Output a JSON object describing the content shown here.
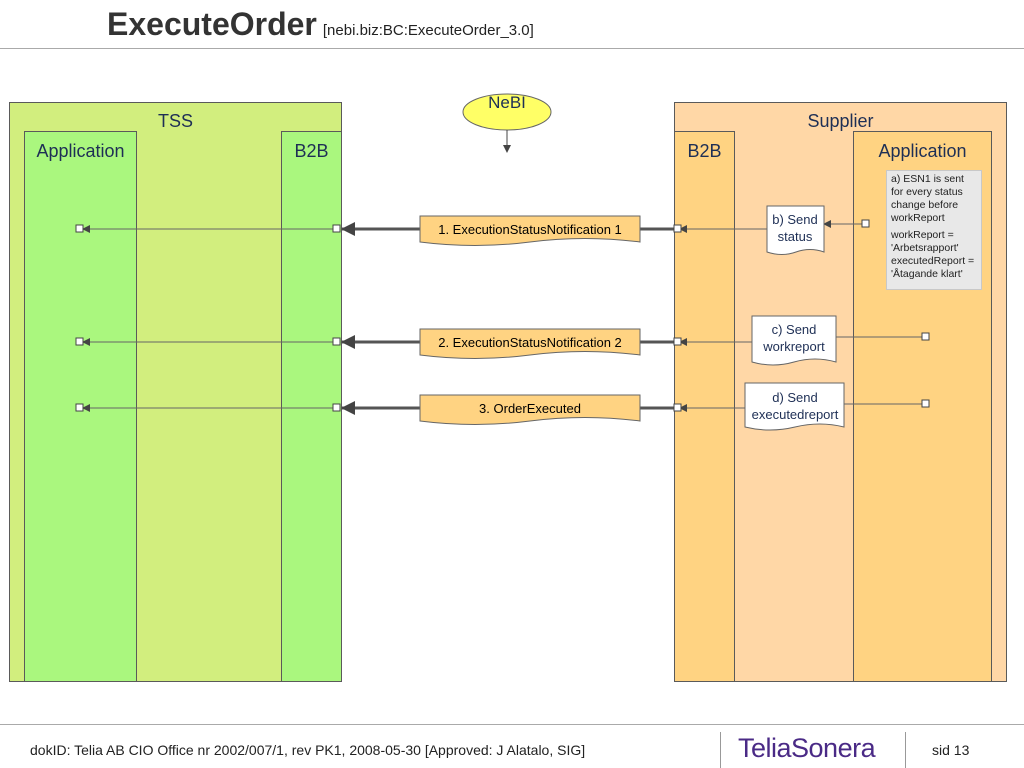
{
  "header": {
    "title": "ExecuteOrder",
    "subtitle": "[nebi.biz:BC:ExecuteOrder_3.0]"
  },
  "diagram": {
    "nebi": "NeBI",
    "tss": {
      "title": "TSS",
      "application": "Application",
      "b2b": "B2B"
    },
    "supplier": {
      "title": "Supplier",
      "b2b": "B2B",
      "application": "Application"
    },
    "note": {
      "line1": "a) ESN1 is sent for every status change before workReport",
      "line2": "workReport = 'Arbetsrapport' executedReport = 'Åtagande klart'"
    },
    "messages": [
      "1. ExecutionStatusNotification 1",
      "2. ExecutionStatusNotification 2",
      "3. OrderExecuted"
    ],
    "actions": [
      {
        "line1": "b) Send",
        "line2": "status"
      },
      {
        "line1": "c) Send",
        "line2": "workreport"
      },
      {
        "line1": "d) Send",
        "line2": "executedreport"
      }
    ],
    "colors": {
      "tss_outer": "#d2ee7e",
      "tss_inner": "#aaf77e",
      "supplier_outer": "#ffd7a6",
      "supplier_inner": "#ffd382",
      "message_box": "#ffd382",
      "nebi": "#ffff66"
    }
  },
  "footer": {
    "doc": "dokID: Telia AB CIO Office nr 2002/007/1, rev PK1, 2008-05-30  [Approved: J Alatalo, SIG]",
    "logo": "TeliaSonera",
    "page": "sid 13"
  }
}
